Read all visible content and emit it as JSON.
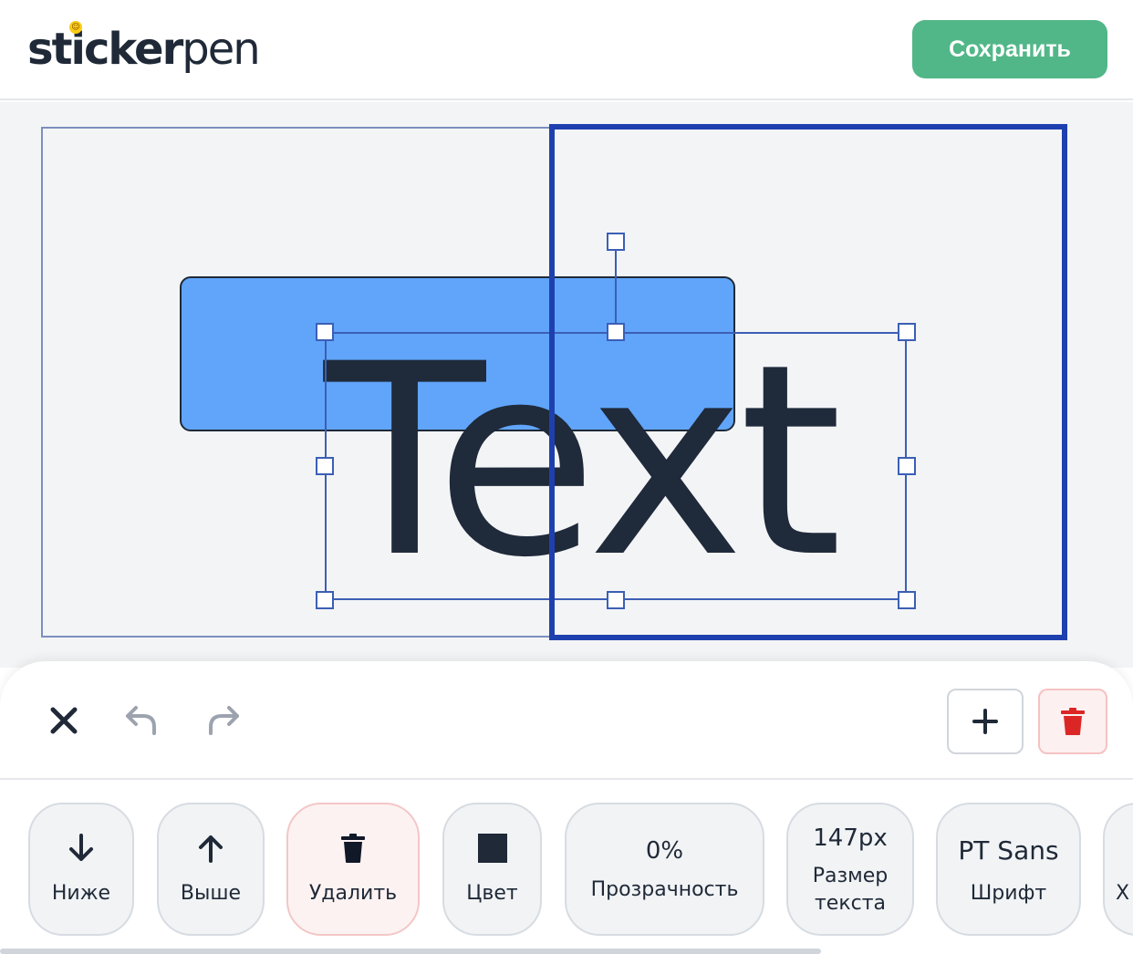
{
  "header": {
    "logo_bold": "sticker",
    "logo_light": "pen",
    "save_label": "Сохранить"
  },
  "canvas": {
    "text_element": "Text",
    "text_color": "#1f2a3a",
    "shape_color": "#60a5fa",
    "selection_color": "#3b5fb5",
    "print_area_color": "#1e40af"
  },
  "toolbar": {
    "close_icon": "close-icon",
    "undo_icon": "undo-icon",
    "redo_icon": "redo-icon",
    "add_icon": "plus-icon",
    "delete_icon": "trash-icon"
  },
  "actions": [
    {
      "label": "Ниже",
      "icon": "arrow-down-icon"
    },
    {
      "label": "Выше",
      "icon": "arrow-up-icon"
    },
    {
      "label": "Удалить",
      "icon": "trash-icon"
    },
    {
      "label": "Цвет",
      "icon": "color-swatch-icon",
      "swatch": "#1f2937"
    },
    {
      "value": "0%",
      "label": "Прозрачность"
    },
    {
      "value": "147px",
      "label": "Размер\nтекста"
    },
    {
      "value": "PT Sans",
      "label": "Шрифт"
    },
    {
      "label": "Х"
    }
  ],
  "colors": {
    "accent": "#52b788",
    "danger": "#dc2626"
  }
}
